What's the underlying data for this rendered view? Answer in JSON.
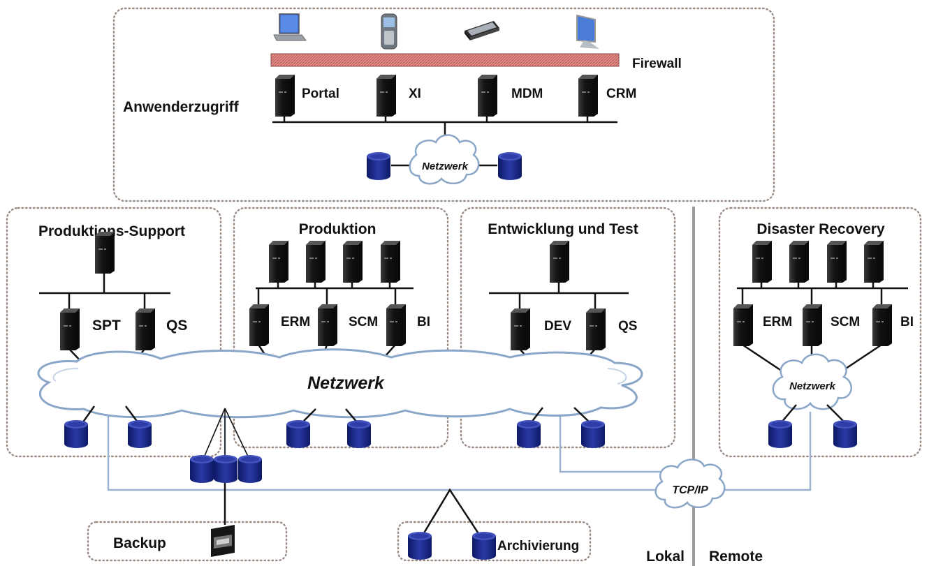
{
  "firewall": {
    "label": "Firewall"
  },
  "zones": {
    "user_access": "Anwenderzugriff",
    "prod_support": "Produktions-Support",
    "production": "Produktion",
    "dev_test": "Entwicklung und Test",
    "disaster_recovery": "Disaster Recovery",
    "backup": "Backup",
    "archive": "Archivierung"
  },
  "servers": {
    "portal": "Portal",
    "xi": "XI",
    "mdm": "MDM",
    "crm": "CRM",
    "spt": "SPT",
    "qs_support": "QS",
    "erm": "ERM",
    "scm": "SCM",
    "bi": "BI",
    "dev": "DEV",
    "qs_dev": "QS",
    "dr_erm": "ERM",
    "dr_scm": "SCM",
    "dr_bi": "BI"
  },
  "networks": {
    "top": "Netzwerk",
    "main": "Netzwerk",
    "dr": "Netzwerk",
    "tcpip": "TCP/IP"
  },
  "location": {
    "local": "Lokal",
    "remote": "Remote"
  },
  "icons": [
    "laptop-icon",
    "mobile-phone-icon",
    "scanner-icon",
    "desktop-monitor-icon",
    "server-icon",
    "storage-disk-icon",
    "tape-drive-icon",
    "cloud-icon"
  ],
  "colors": {
    "server": "#141414",
    "disk": "#1f2d8c",
    "cloud_stroke": "#8aa6c8",
    "cloud_fill": "#ffffff",
    "link": "#9ab2d0",
    "firewall": "#d97b78",
    "zone_border": "#9a8c85"
  }
}
